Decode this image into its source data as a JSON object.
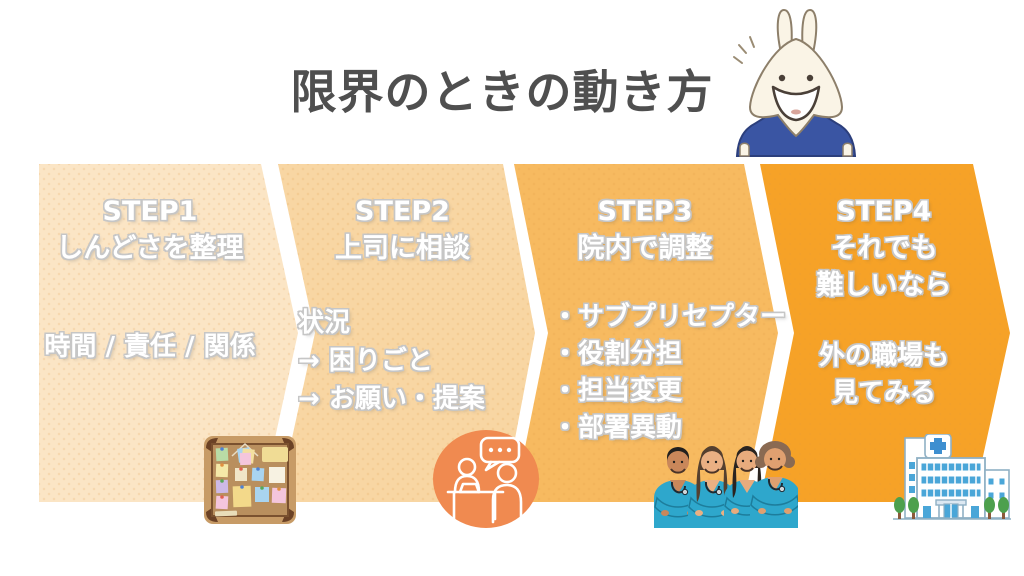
{
  "page": {
    "title": "限界のときの動き方"
  },
  "steps": [
    {
      "label": "STEP1",
      "heading_lines": [
        "しんどさを整理"
      ],
      "body_lines": [
        "時間 / 責任 / 関係"
      ],
      "color": "#fbe5c5",
      "icon": "corkboard-icon"
    },
    {
      "label": "STEP2",
      "heading_lines": [
        "上司に相談"
      ],
      "body_lines": [
        "状況",
        "→ 困りごと",
        "→ お願い・提案"
      ],
      "color": "#f8d6a3",
      "icon": "consultation-chat-icon"
    },
    {
      "label": "STEP3",
      "heading_lines": [
        "院内で調整"
      ],
      "body_lines": [
        "・サブプリセプター",
        "・役割分担",
        "・担当変更",
        "・部署異動"
      ],
      "color": "#f7ba60",
      "icon": "nurses-team-icon"
    },
    {
      "label": "STEP4",
      "heading_lines": [
        "それでも",
        "難しいなら"
      ],
      "body_lines": [
        "外の職場も",
        "見てみる"
      ],
      "color": "#f6a227",
      "icon": "hospital-icon"
    }
  ],
  "mascot": {
    "name": "rabbit-in-scrubs"
  },
  "colors": {
    "background": "#ffffff",
    "title_text": "#4f4f4f",
    "step_text": "#ffffff",
    "step_text_outline": "#c6c6c6",
    "consult_circle": "#f08a50",
    "mascot_shirt": "#3a55a3",
    "nurse_scrubs": "#2ea7cc",
    "hospital_window": "#4aa6d8"
  }
}
